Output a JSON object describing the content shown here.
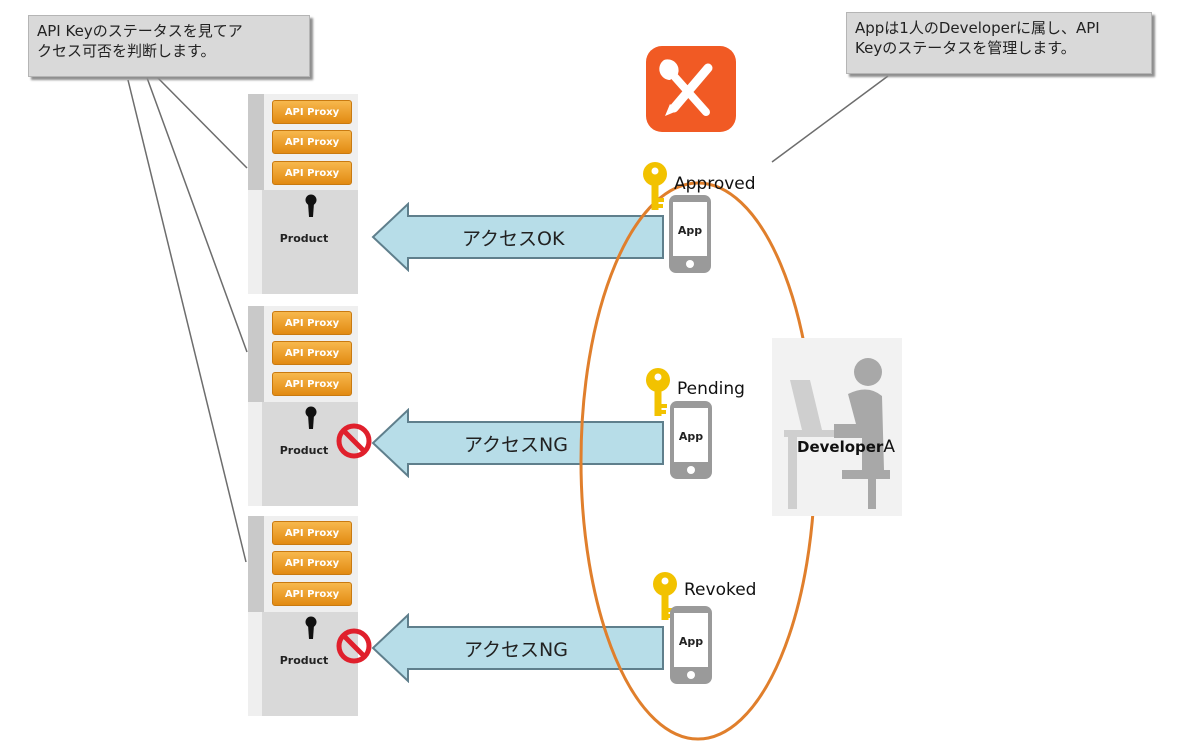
{
  "callouts": {
    "left": {
      "line1": "API Keyのステータスを見てア",
      "line2": "クセス可否を判断します。"
    },
    "right": {
      "line1": "Appは1人のDeveloperに属し、API",
      "line2": "Keyのステータスを管理します。"
    }
  },
  "product_groups": [
    {
      "proxies": [
        "API Proxy",
        "API Proxy",
        "API Proxy"
      ],
      "product_label": "Product",
      "blocked": false
    },
    {
      "proxies": [
        "API Proxy",
        "API Proxy",
        "API Proxy"
      ],
      "product_label": "Product",
      "blocked": true
    },
    {
      "proxies": [
        "API Proxy",
        "API Proxy",
        "API Proxy"
      ],
      "product_label": "Product",
      "blocked": true
    }
  ],
  "arrows": [
    {
      "label": "アクセスOK"
    },
    {
      "label": "アクセスNG"
    },
    {
      "label": "アクセスNG"
    }
  ],
  "apps": [
    {
      "status": "Approved",
      "app_label": "App"
    },
    {
      "status": "Pending",
      "app_label": "App"
    },
    {
      "status": "Revoked",
      "app_label": "App"
    }
  ],
  "developer": {
    "name_bold": "Developer",
    "name_suffix": "A"
  },
  "colors": {
    "ellipse": "#e07f2c",
    "arrow_fill": "#b7dde8",
    "arrow_stroke": "#5f7f8c",
    "tools_icon_bg": "#f15a24",
    "key": "#f2c200",
    "prohibited": "#e0202c"
  }
}
